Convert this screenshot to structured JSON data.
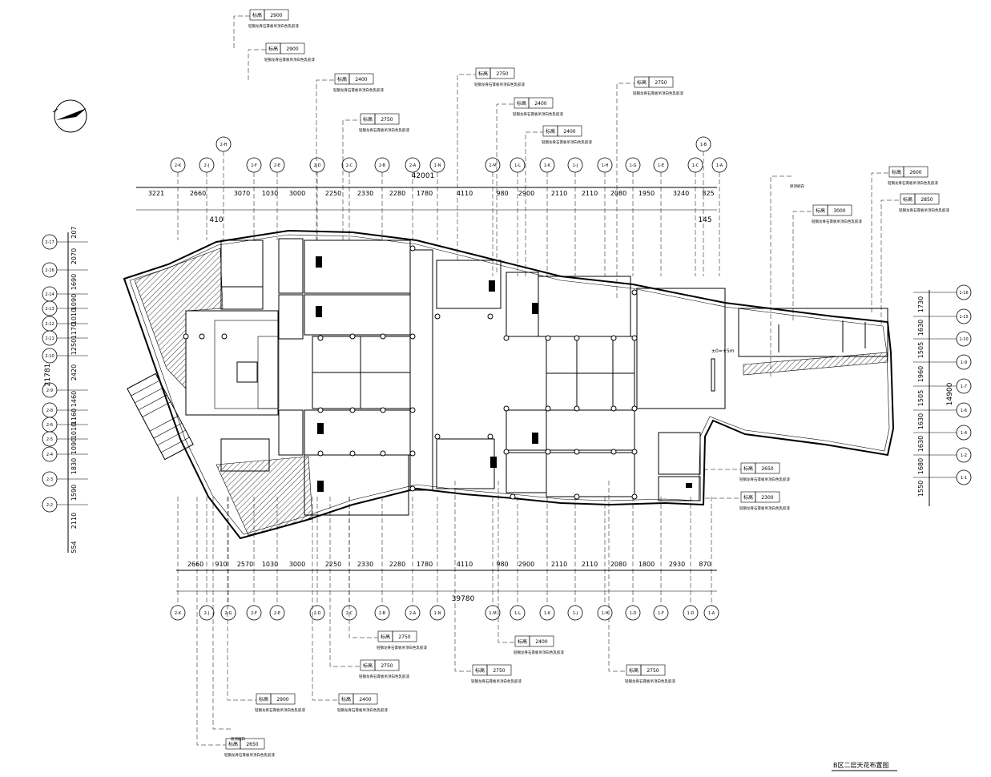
{
  "top_axes": {
    "labels": [
      "2-K",
      "2-J",
      "2-H",
      "2-F",
      "2-E",
      "2-D",
      "2-C",
      "2-B",
      "2-A",
      "1-N",
      "1-M",
      "1-L",
      "1-K",
      "1-J",
      "1-H",
      "1-G",
      "1-E",
      "1-C",
      "1-B",
      "1-A"
    ],
    "dims": [
      "3221",
      "2660",
      "3070",
      "1030",
      "3000",
      "2250",
      "2330",
      "2280",
      "1780",
      "4110",
      "980",
      "2900",
      "2110",
      "2110",
      "2080",
      "1950",
      "3240",
      "825"
    ],
    "total": "42001",
    "sub_left": "410",
    "sub_right": "145"
  },
  "bottom_axes": {
    "labels": [
      "2-K",
      "2-J",
      "2-G",
      "2-F",
      "2-E",
      "2-D",
      "2-C",
      "2-B",
      "2-A",
      "1-N",
      "1-M",
      "1-L",
      "1-K",
      "1-J",
      "1-H",
      "1-D",
      "1-F",
      "1-D",
      "1-A"
    ],
    "dims": [
      "2660",
      "910",
      "2570",
      "1030",
      "3000",
      "2250",
      "2330",
      "2280",
      "1780",
      "4110",
      "980",
      "2900",
      "2110",
      "2110",
      "2080",
      "1800",
      "2930",
      "870"
    ],
    "total": "39780"
  },
  "left_axes": {
    "labels": [
      "2-17",
      "2-16",
      "2-14",
      "2-13",
      "2-12",
      "2-11",
      "2-10",
      "2-9",
      "2-8",
      "2-6",
      "2-5",
      "2-4",
      "2-3",
      "2-2"
    ],
    "dims": [
      "207",
      "2070",
      "1690",
      "1090",
      "1010",
      "1170",
      "1250",
      "2420",
      "1460",
      "1160",
      "1010",
      "1090",
      "1830",
      "1590",
      "2110",
      "554"
    ],
    "total": "21781"
  },
  "right_axes": {
    "labels": [
      "1-16",
      "1-15",
      "1-10",
      "1-9",
      "1-7",
      "1-6",
      "1-4",
      "1-2",
      "1-1"
    ],
    "dims": [
      "1730",
      "1630",
      "1505",
      "1960",
      "1505",
      "1630",
      "1630",
      "1680",
      "1550"
    ],
    "total": "14900"
  },
  "callouts_top": [
    {
      "tag": "标高",
      "val": "2900",
      "note": "轻钢龙骨石膏板吊顶白色乳胶漆"
    },
    {
      "tag": "标高",
      "val": "2900",
      "note": "轻钢龙骨石膏板吊顶白色乳胶漆"
    },
    {
      "tag": "标高",
      "val": "2400",
      "note": "轻钢龙骨石膏板吊顶白色乳胶漆"
    },
    {
      "tag": "标高",
      "val": "2750",
      "note": "轻钢龙骨石膏板吊顶白色乳胶漆"
    },
    {
      "tag": "标高",
      "val": "2750",
      "note": "轻钢龙骨石膏板吊顶白色乳胶漆"
    },
    {
      "tag": "标高",
      "val": "2400",
      "note": "轻钢龙骨石膏板吊顶白色乳胶漆"
    },
    {
      "tag": "标高",
      "val": "2400",
      "note": "轻钢龙骨石膏板吊顶白色乳胶漆"
    },
    {
      "tag": "标高",
      "val": "2750",
      "note": "轻钢龙骨石膏板吊顶白色乳胶漆"
    },
    {
      "tag": "标高",
      "val": "2600",
      "note": "轻钢龙骨石膏板吊顶白色乳胶漆"
    },
    {
      "tag": "标高",
      "val": "2850",
      "note": "轻钢龙骨石膏板吊顶白色乳胶漆"
    },
    {
      "tag": "标高",
      "val": "3000",
      "note": "轻钢龙骨石膏板吊顶白色乳胶漆"
    },
    {
      "tag": "",
      "val": "",
      "note": "原顶刷白"
    }
  ],
  "callouts_right": [
    {
      "tag": "标高",
      "val": "2650",
      "note": "轻钢龙骨石膏板吊顶白色乳胶漆"
    },
    {
      "tag": "标高",
      "val": "2300",
      "note": "轻钢龙骨石膏板吊顶白色乳胶漆"
    }
  ],
  "callouts_bottom": [
    {
      "tag": "标高",
      "val": "2750",
      "note": "轻钢龙骨石膏板吊顶白色乳胶漆"
    },
    {
      "tag": "标高",
      "val": "2400",
      "note": "轻钢龙骨石膏板吊顶白色乳胶漆"
    },
    {
      "tag": "标高",
      "val": "2750",
      "note": "轻钢龙骨石膏板吊顶白色乳胶漆"
    },
    {
      "tag": "标高",
      "val": "2750",
      "note": "轻钢龙骨石膏板吊顶白色乳胶漆"
    },
    {
      "tag": "标高",
      "val": "2750",
      "note": "轻钢龙骨石膏板吊顶白色乳胶漆"
    },
    {
      "tag": "标高",
      "val": "2900",
      "note": "轻钢龙骨石膏板吊顶白色乳胶漆"
    },
    {
      "tag": "标高",
      "val": "2400",
      "note": "轻钢龙骨石膏板吊顶白色乳胶漆"
    },
    {
      "tag": "",
      "val": "",
      "note": "原顶刷白"
    },
    {
      "tag": "标高",
      "val": "2650",
      "note": "轻钢龙骨石膏板吊顶白色乳胶漆"
    }
  ],
  "misc": {
    "elevation_mark": "±0=+5m",
    "drawing_title": "B区二层天花布置图"
  }
}
